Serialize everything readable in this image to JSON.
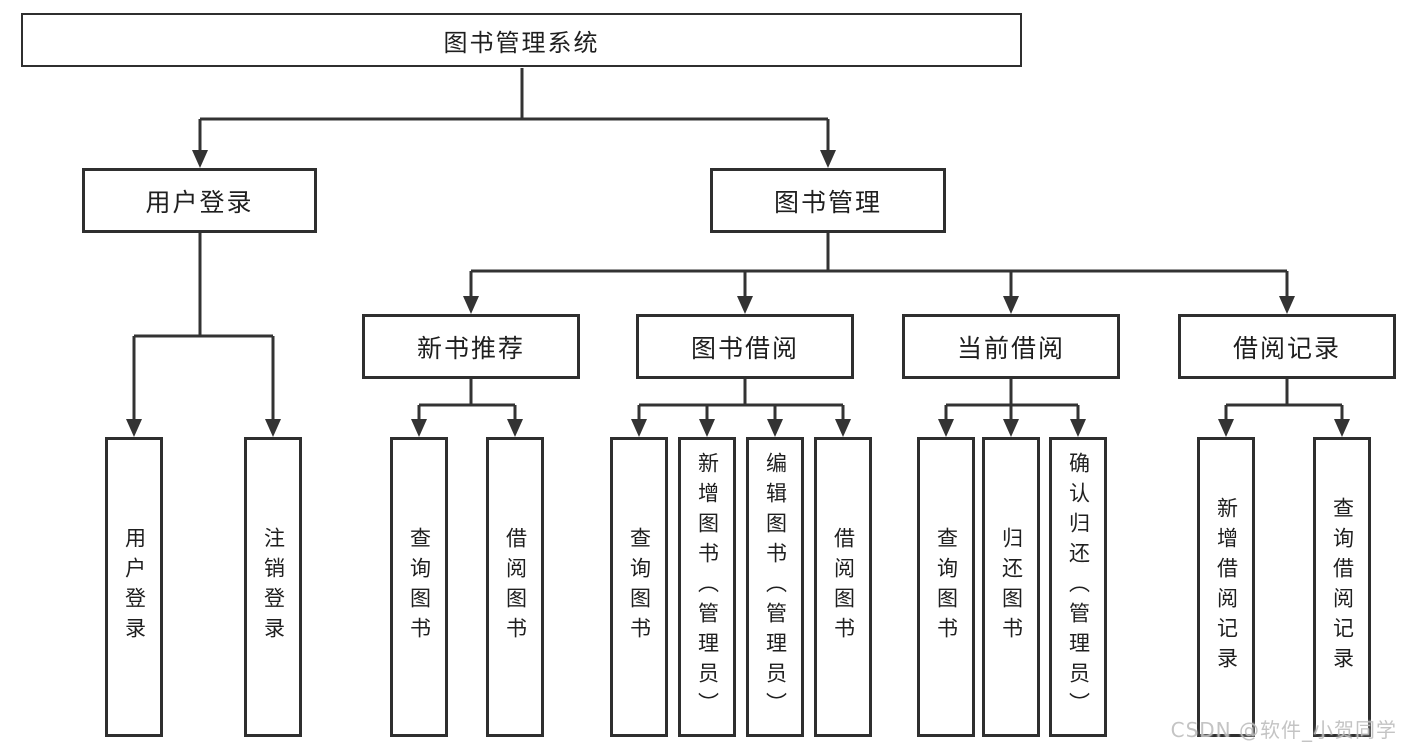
{
  "nodes": {
    "root": "图书管理系统",
    "user_login": "用户登录",
    "book_mgmt": "图书管理",
    "new_books": "新书推荐",
    "book_borrow": "图书借阅",
    "current_borrow": "当前借阅",
    "borrow_records": "借阅记录"
  },
  "leaves": {
    "user_login": [
      "用户登录",
      "注销登录"
    ],
    "new_books": [
      "查询图书",
      "借阅图书"
    ],
    "book_borrow": [
      "查询图书",
      "新增图书（管理员）",
      "编辑图书（管理员）",
      "借阅图书"
    ],
    "current_borrow": [
      "查询图书",
      "归还图书",
      "确认归还（管理员）"
    ],
    "borrow_records": [
      "新增借阅记录",
      "查询借阅记录"
    ]
  },
  "watermark": "CSDN @软件_小贺同学",
  "colors": {
    "line": "#333333",
    "text": "#1f1f1f",
    "background": "#ffffff",
    "watermark": "#bfbfbf"
  }
}
